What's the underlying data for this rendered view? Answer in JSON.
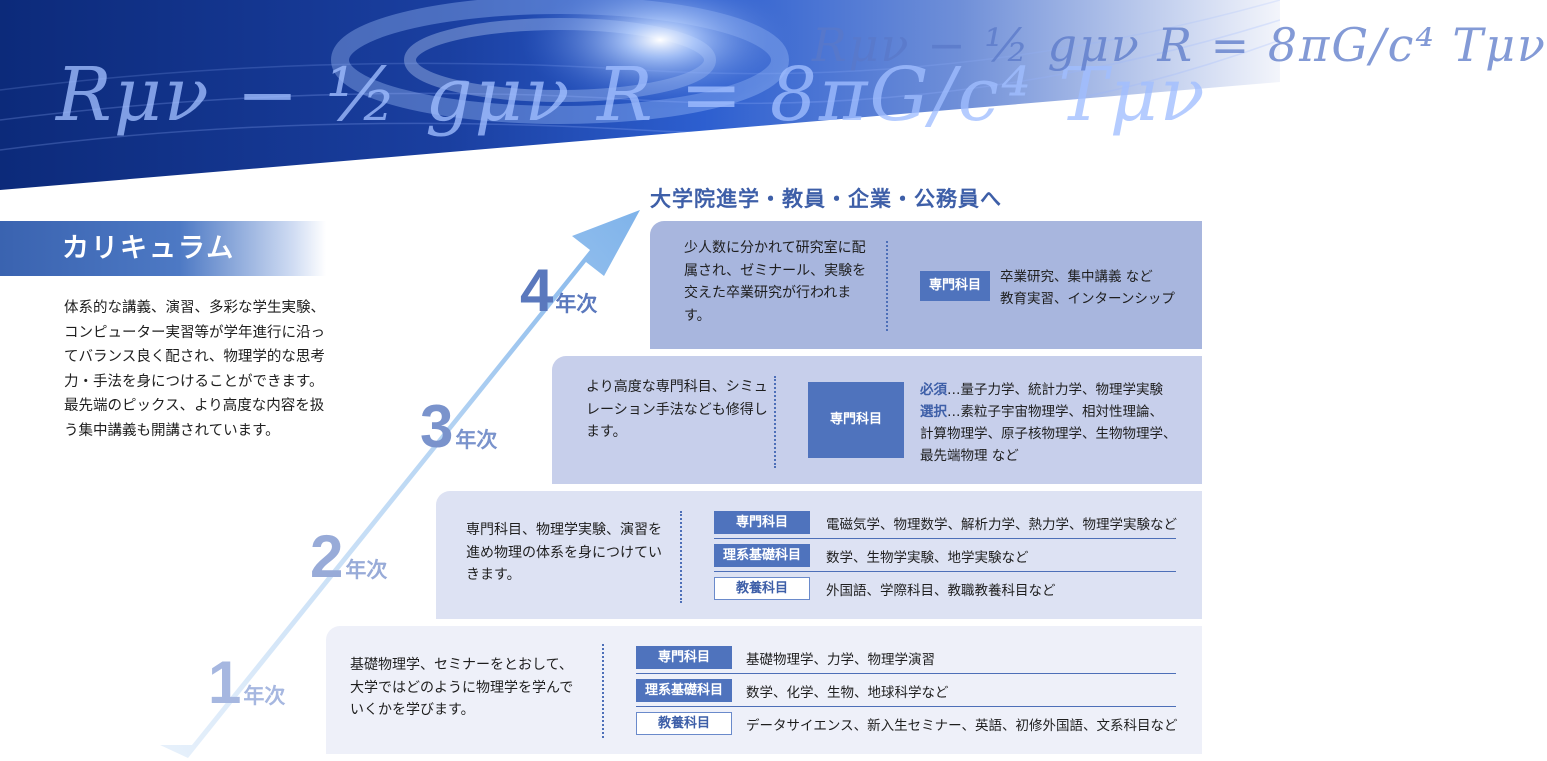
{
  "hero": {
    "equation_main": "Rμν − ½ gμν R = 8πG/c⁴ Tμν",
    "equation_secondary": "Rμν − ½ gμν R = 8πG/c⁴ Tμν"
  },
  "section": {
    "title": "カリキュラム",
    "intro": "体系的な講義、演習、多彩な学生実験、コンピューター実習等が学年進行に沿ってバランス良く配され、物理学的な思考力・手法を身につけることができます。最先端のピックス、より高度な内容を扱う集中講義も開講されています。"
  },
  "destination": "大学院進学・教員・企業・公務員へ",
  "year_suffix": "年次",
  "years": [
    {
      "number": "1",
      "description": "基礎物理学、セミナーをとおして、大学ではどのように物理学を学んでいくかを学びます。",
      "rows": [
        {
          "tag": "専門科目",
          "text": "基礎物理学、力学、物理学演習"
        },
        {
          "tag": "理系基礎科目",
          "text": "数学、化学、生物、地球科学など"
        },
        {
          "tag": "教養科目",
          "text": "データサイエンス、新入生セミナー、英語、初修外国語、文系科目など"
        }
      ]
    },
    {
      "number": "2",
      "description": "専門科目、物理学実験、演習を進め物理の体系を身につけていきます。",
      "rows": [
        {
          "tag": "専門科目",
          "text": "電磁気学、物理数学、解析力学、熱力学、物理学実験など"
        },
        {
          "tag": "理系基礎科目",
          "text": "数学、生物学実験、地学実験など"
        },
        {
          "tag": "教養科目",
          "text": "外国語、学際科目、教職教養科目など"
        }
      ]
    },
    {
      "number": "3",
      "description": "より高度な専門科目、シミュレーション手法なども修得します。",
      "tag": "専門科目",
      "required_label": "必須",
      "required_text": "…量子力学、統計力学、物理学実験",
      "elective_label": "選択",
      "elective_text": "…素粒子宇宙物理学、相対性理論、",
      "elective_more_1": "計算物理学、原子核物理学、生物物理学、",
      "elective_more_2": "最先端物理 など"
    },
    {
      "number": "4",
      "description": "少人数に分かれて研究室に配属され、ゼミナール、実験を交えた卒業研究が行われます。",
      "tag": "専門科目",
      "line_1": "卒業研究、集中講義 など",
      "line_2": "教育実習、インターンシップ"
    }
  ]
}
